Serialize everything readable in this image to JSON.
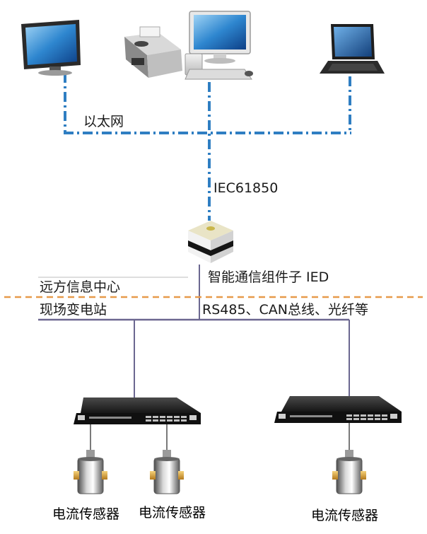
{
  "labels": {
    "ethernet": "以太网",
    "protocol": "IEC61850",
    "ied": "智能通信组件子 IED",
    "remote_center": "远方信息中心",
    "field_station": "现场变电站",
    "field_bus": "RS485、CAN总线、光纤等",
    "sensor_1": "电流传感器",
    "sensor_2": "电流传感器",
    "sensor_3": "电流传感器"
  },
  "colors": {
    "network_line": "#2f7ec2",
    "divider": "#e79a4a",
    "bus_line": "#6b6790"
  },
  "icons": {
    "workstation_left": "monitor-icon",
    "printer": "printer-icon",
    "desktop": "desktop-computer-icon",
    "laptop": "laptop-icon",
    "ied": "ied-device-icon",
    "rack_left": "rack-unit-icon",
    "rack_right": "rack-unit-icon",
    "sensor": "current-sensor-icon"
  }
}
